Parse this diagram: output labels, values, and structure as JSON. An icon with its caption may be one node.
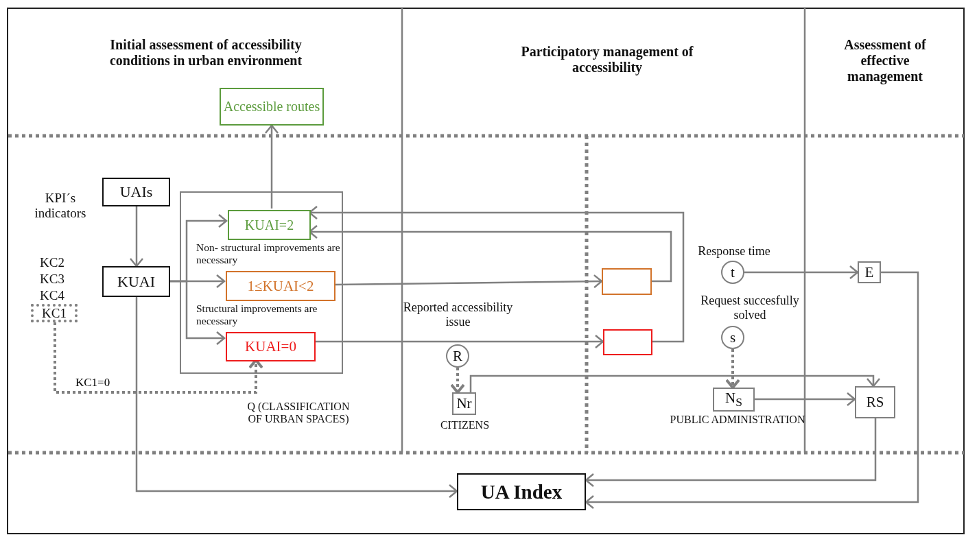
{
  "diagram": {
    "nodes": [
      {
        "text": [
          "Accessible routes"
        ]
      },
      {
        "text": [
          "UAIs"
        ]
      },
      {
        "text": [
          "KUAI"
        ]
      },
      {
        "text": [
          "KC1"
        ]
      },
      {
        "text": [],
        "shape": "box",
        "beside": [
          "Q (CLASSIFICATION OF URBAN SPACES)"
        ]
      },
      {
        "text": [
          "KUAI=2"
        ],
        "in": 4
      },
      {
        "text": [
          "1≤KUAI<2"
        ],
        "in": 4
      },
      {
        "text": [
          "KUAI=0"
        ],
        "in": 4
      },
      {
        "text": [],
        "shape": "box"
      },
      {
        "text": [],
        "shape": "box"
      },
      {
        "text": [
          "R"
        ],
        "beside": [
          "Reported accessibility issue"
        ]
      },
      {
        "text": [
          "Nr"
        ],
        "beside": [
          "CITIZENS"
        ]
      },
      {
        "text": [
          "t"
        ],
        "beside": [
          "Response time"
        ]
      },
      {
        "text": [
          "s"
        ],
        "beside": [
          "Request succesfully solved"
        ]
      },
      {
        "text": [
          "N$_{S}$"
        ],
        "beside": [
          "PUBLIC ADMINISTRATION"
        ]
      },
      {
        "text": [
          "E"
        ]
      },
      {
        "text": [
          "RS"
        ]
      },
      {
        "text": [
          "UA Index"
        ]
      }
    ],
    "edges": [
      {
        "from": 5,
        "to": 0,
        "arrow": "to"
      },
      {
        "from": 1,
        "to": 2,
        "arrow": "to"
      },
      {
        "from": 2,
        "to": 5,
        "arrow": "to"
      },
      {
        "from": 2,
        "to": 6,
        "arrow": "to"
      },
      {
        "from": 2,
        "to": 7,
        "arrow": "to"
      },
      {
        "from": 3,
        "to": 7,
        "arrow": "to",
        "style": "dashed",
        "label": "KC1=0"
      },
      {
        "from": 6,
        "to": 8,
        "arrow": "to"
      },
      {
        "from": 7,
        "to": 9,
        "arrow": "to"
      },
      {
        "from": 8,
        "to": 5,
        "arrow": "to"
      },
      {
        "from": 9,
        "to": 5,
        "arrow": "to"
      },
      {
        "from": 10,
        "to": 11,
        "arrow": "to",
        "style": "dashed"
      },
      {
        "from": 11,
        "to": 16,
        "arrow": "to"
      },
      {
        "from": 13,
        "to": 14,
        "arrow": "to",
        "style": "dashed"
      },
      {
        "from": 14,
        "to": 16,
        "arrow": "to"
      },
      {
        "from": 12,
        "to": 15,
        "arrow": "to"
      },
      {
        "from": 2,
        "to": 17,
        "arrow": "to"
      },
      {
        "from": 16,
        "to": 17,
        "arrow": "to"
      },
      {
        "from": 15,
        "to": 17,
        "arrow": "to"
      }
    ],
    "labels": [
      "Initial assessment of accessibility conditions in urban environment",
      "Participatory management of accessibility",
      "Assessment of effective management",
      "KPI´s indicators",
      "KC2",
      "KC3",
      "KC4",
      "Non- structural improvements are necessary",
      "Structural improvements are necessary"
    ]
  }
}
